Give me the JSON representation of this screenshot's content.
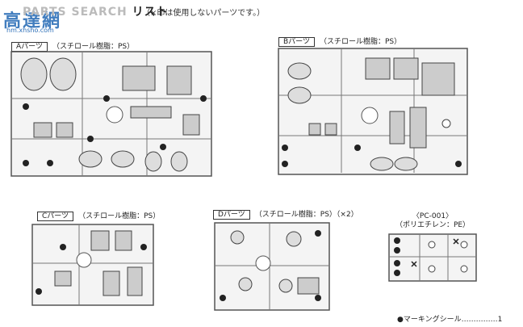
{
  "header": {
    "watermark_logo": "高達網",
    "watermark_url": "hm.xhsho.com",
    "title_prefix": "PARTS",
    "title_suffix": "SEARCH",
    "title": "リスト",
    "note": "（×印は使用しないパーツです。）"
  },
  "sprues": [
    {
      "label": "Aパーツ",
      "material": "（スチロール樹脂：PS）"
    },
    {
      "label": "Bパーツ",
      "material": "（スチロール樹脂：PS）"
    },
    {
      "label": "Cパーツ",
      "material": "（スチロール樹脂：PS）"
    },
    {
      "label": "Dパーツ",
      "material": "（スチロール樹脂：PS）",
      "qty": "（×2）"
    }
  ],
  "pc_part": {
    "code": "〈PC-001〉",
    "material": "（ポリエチレン：PE）"
  },
  "footer": {
    "marking_seal": "●マーキングシール",
    "dots": "……………",
    "count": "1"
  },
  "colors": {
    "line": "#555555",
    "fill": "#f4f4f4",
    "watermark": "#2d6fb8"
  }
}
